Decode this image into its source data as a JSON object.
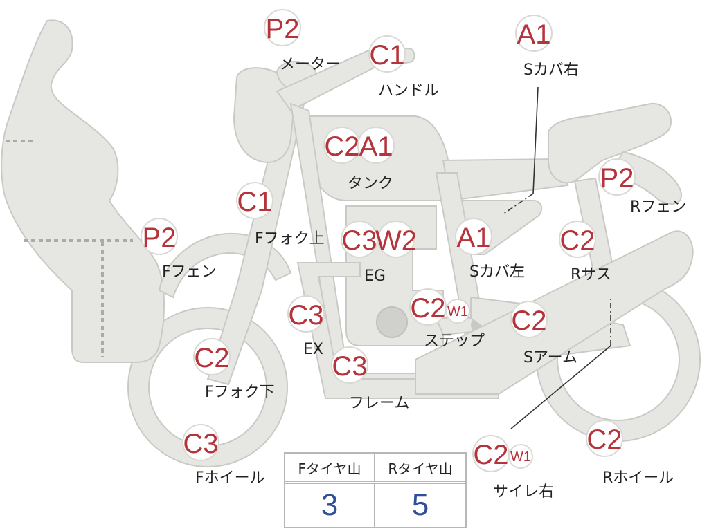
{
  "badges": {
    "meter": "P2",
    "handle_grade": "C1",
    "tank_grade": "C2",
    "tank_alt": "A1",
    "s_cover_right": "A1",
    "f_fork_upper": "C1",
    "f_fender": "P2",
    "eg_grade": "C3",
    "eg_alt": "W2",
    "s_cover_left": "A1",
    "r_fender": "P2",
    "r_sus": "C2",
    "ex": "C3",
    "step_grade": "C2",
    "step_alt": "W1",
    "s_arm": "C2",
    "f_fork_lower": "C2",
    "frame": "C3",
    "f_wheel": "C3",
    "silencer_grade": "C2",
    "silencer_alt": "W1",
    "r_wheel": "C2"
  },
  "labels": {
    "meter": "メーター",
    "handle": "ハンドル",
    "s_cover_right": "Sカバ右",
    "tank": "タンク",
    "r_fender": "Rフェン",
    "f_fork_upper": "Fフォク上",
    "f_fender": "Fフェン",
    "eg": "EG",
    "s_cover_left": "Sカバ左",
    "r_sus": "Rサス",
    "step": "ステップ",
    "ex": "EX",
    "s_arm": "Sアーム",
    "f_fork_lower": "Fフォク下",
    "frame": "フレーム",
    "f_wheel": "Fホイール",
    "silencer_right": "サイレ右",
    "r_wheel": "Rホイール"
  },
  "tread_table": {
    "front_header": "Fタイヤ山",
    "rear_header": "Rタイヤ山",
    "front_value": "3",
    "rear_value": "5"
  },
  "colors": {
    "grade_text": "#b5333a",
    "tread_value": "#2f4f98",
    "part_fill": "#e6e6e3"
  }
}
